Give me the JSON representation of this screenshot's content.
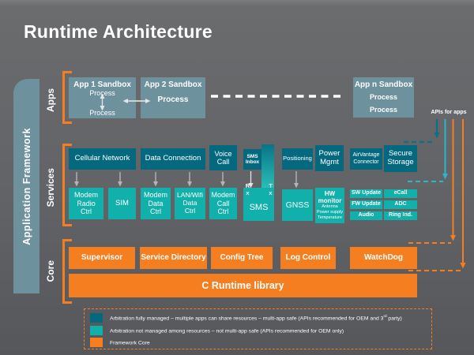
{
  "title": "Runtime Architecture",
  "framework_label": "Application Framework",
  "row_labels": {
    "apps": "Apps",
    "services": "Services",
    "core": "Core"
  },
  "apps": {
    "app1_title": "App 1 Sandbox",
    "app1_process1": "Process",
    "app1_process2": "Process",
    "app2_title": "App 2 Sandbox",
    "app2_process": "Process",
    "appn_title": "App n Sandbox",
    "appn_process1": "Process",
    "appn_process2": "Process",
    "apis_label": "APIs for apps"
  },
  "services": {
    "cellular": "Cellular Network",
    "data_conn": "Data Connection",
    "voice": "Voice\nCall",
    "sms_inbox": "SMS\nInbox",
    "positioning": "Positioning",
    "power": "Power\nMgmt",
    "airvantage": "AirVantage\nConnector",
    "secure": "Secure\nStorage",
    "modem_radio": "Modem\nRadio\nCtrl",
    "sim": "SIM",
    "modem_data": "Modem\nData\nCtrl",
    "lan_wifi": "LAN/Wifi\nData\nCtrl",
    "modem_call": "Modem\nCall\nCtrl",
    "rx": "R\nx",
    "tx": "T\nx",
    "sms": "SMS",
    "gnss": "GNSS",
    "hw_title": "HW\nmonitor",
    "hw_sub": "Antenna\nPower supply\nTemperature",
    "sw_update": "SW Update",
    "fw_update": "FW Update",
    "audio": "Audio",
    "ecall": "eCall",
    "adc": "ADC",
    "ring_ind": "Ring Ind."
  },
  "core": {
    "supervisor": "Supervisor",
    "service_directory": "Service Directory",
    "config_tree": "Config Tree",
    "log_control": "Log Control",
    "watchdog": "WatchDog",
    "c_runtime": "C Runtime library"
  },
  "legend": {
    "items": [
      {
        "color": "#04697e",
        "before": "Arbitration fully managed – multiple apps can share resources – multi-app safe (APIs recommended for OEM and 3",
        "sup": "rd",
        "after": " party)"
      },
      {
        "color": "#11b0aa",
        "before": "Arbitration not managed among resources – not multi-app safe (APIs recommended for OEM only)",
        "sup": "",
        "after": ""
      },
      {
        "color": "#f57f20",
        "before": "Framework Core",
        "sup": "",
        "after": ""
      }
    ]
  },
  "colors": {
    "background": "#616264",
    "dark_teal": "#04697e",
    "light_teal": "#11b0aa",
    "orange": "#f57f20",
    "app_gray_blue": "#6e919e",
    "cyan_line": "#2bb6ca",
    "text": "#ffffff"
  }
}
